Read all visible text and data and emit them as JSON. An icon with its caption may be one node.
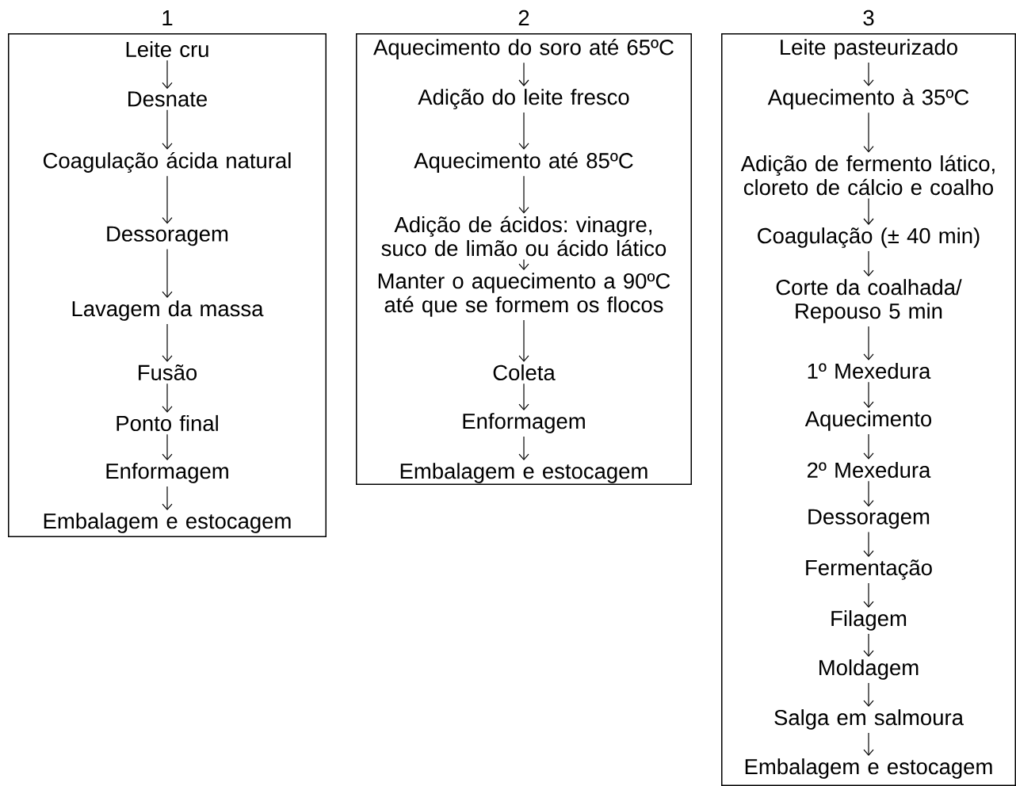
{
  "diagram": {
    "nodes": [
      {
        "text": [
          "1"
        ]
      },
      {
        "text": [
          "Leite cru"
        ],
        "in": 0
      },
      {
        "text": [
          "Desnate"
        ],
        "in": 0
      },
      {
        "text": [
          "Coagulação ácida natural"
        ],
        "in": 0
      },
      {
        "text": [
          "Dessoragem"
        ],
        "in": 0
      },
      {
        "text": [
          "Lavagem da massa"
        ],
        "in": 0
      },
      {
        "text": [
          "Fusão"
        ],
        "in": 0
      },
      {
        "text": [
          "Ponto final"
        ],
        "in": 0
      },
      {
        "text": [
          "Enformagem"
        ],
        "in": 0
      },
      {
        "text": [
          "Embalagem e estocagem"
        ],
        "in": 0
      },
      {
        "text": [
          "2"
        ]
      },
      {
        "text": [
          "Aquecimento do soro até 65ºC"
        ],
        "in": 10
      },
      {
        "text": [
          "Adição do leite fresco"
        ],
        "in": 10
      },
      {
        "text": [
          "Aquecimento até 85ºC"
        ],
        "in": 10
      },
      {
        "text": [
          "Adição de ácidos: vinagre, suco de limão ou ácido lático"
        ],
        "in": 10
      },
      {
        "text": [
          "Manter o aquecimento a 90ºC até que se formem os flocos"
        ],
        "in": 10
      },
      {
        "text": [
          "Coleta"
        ],
        "in": 10
      },
      {
        "text": [
          "Enformagem"
        ],
        "in": 10
      },
      {
        "text": [
          "Embalagem e estocagem"
        ],
        "in": 10
      },
      {
        "text": [
          "3"
        ]
      },
      {
        "text": [
          "Leite pasteurizado"
        ],
        "in": 19
      },
      {
        "text": [
          "Aquecimento à 35ºC"
        ],
        "in": 19
      },
      {
        "text": [
          "Adição de fermento lático, cloreto de cálcio e coalho"
        ],
        "in": 19
      },
      {
        "text": [
          "Coagulação (± 40 min)"
        ],
        "in": 19
      },
      {
        "text": [
          "Corte da coalhada/ Repouso 5 min"
        ],
        "in": 19
      },
      {
        "text": [
          "1º Mexedura"
        ],
        "in": 19
      },
      {
        "text": [
          "Aquecimento"
        ],
        "in": 19
      },
      {
        "text": [
          "2º Mexedura"
        ],
        "in": 19
      },
      {
        "text": [
          "Dessoragem"
        ],
        "in": 19
      },
      {
        "text": [
          "Fermentação"
        ],
        "in": 19
      },
      {
        "text": [
          "Filagem"
        ],
        "in": 19
      },
      {
        "text": [
          "Moldagem"
        ],
        "in": 19
      },
      {
        "text": [
          "Salga em salmoura"
        ],
        "in": 19
      },
      {
        "text": [
          "Embalagem e estocagem"
        ],
        "in": 19
      }
    ],
    "edges": [
      {
        "from": 1,
        "to": 2,
        "arrow": "to"
      },
      {
        "from": 2,
        "to": 3,
        "arrow": "to"
      },
      {
        "from": 3,
        "to": 4,
        "arrow": "to"
      },
      {
        "from": 4,
        "to": 5,
        "arrow": "to"
      },
      {
        "from": 5,
        "to": 6,
        "arrow": "to"
      },
      {
        "from": 6,
        "to": 7,
        "arrow": "to"
      },
      {
        "from": 7,
        "to": 8,
        "arrow": "to"
      },
      {
        "from": 8,
        "to": 9,
        "arrow": "to"
      },
      {
        "from": 11,
        "to": 12,
        "arrow": "to"
      },
      {
        "from": 12,
        "to": 13,
        "arrow": "to"
      },
      {
        "from": 13,
        "to": 14,
        "arrow": "to"
      },
      {
        "from": 14,
        "to": 15,
        "arrow": "to"
      },
      {
        "from": 15,
        "to": 16,
        "arrow": "to"
      },
      {
        "from": 16,
        "to": 17,
        "arrow": "to"
      },
      {
        "from": 17,
        "to": 18,
        "arrow": "to"
      },
      {
        "from": 20,
        "to": 21,
        "arrow": "to"
      },
      {
        "from": 21,
        "to": 22,
        "arrow": "to"
      },
      {
        "from": 22,
        "to": 23,
        "arrow": "to"
      },
      {
        "from": 23,
        "to": 24,
        "arrow": "to"
      },
      {
        "from": 24,
        "to": 25,
        "arrow": "to"
      },
      {
        "from": 25,
        "to": 26,
        "arrow": "to"
      },
      {
        "from": 26,
        "to": 27,
        "arrow": "to"
      },
      {
        "from": 27,
        "to": 28,
        "arrow": "to"
      },
      {
        "from": 28,
        "to": 29,
        "arrow": "to"
      },
      {
        "from": 29,
        "to": 30,
        "arrow": "to"
      },
      {
        "from": 30,
        "to": 31,
        "arrow": "to"
      },
      {
        "from": 31,
        "to": 32,
        "arrow": "to"
      },
      {
        "from": 32,
        "to": 33,
        "arrow": "to"
      }
    ]
  }
}
